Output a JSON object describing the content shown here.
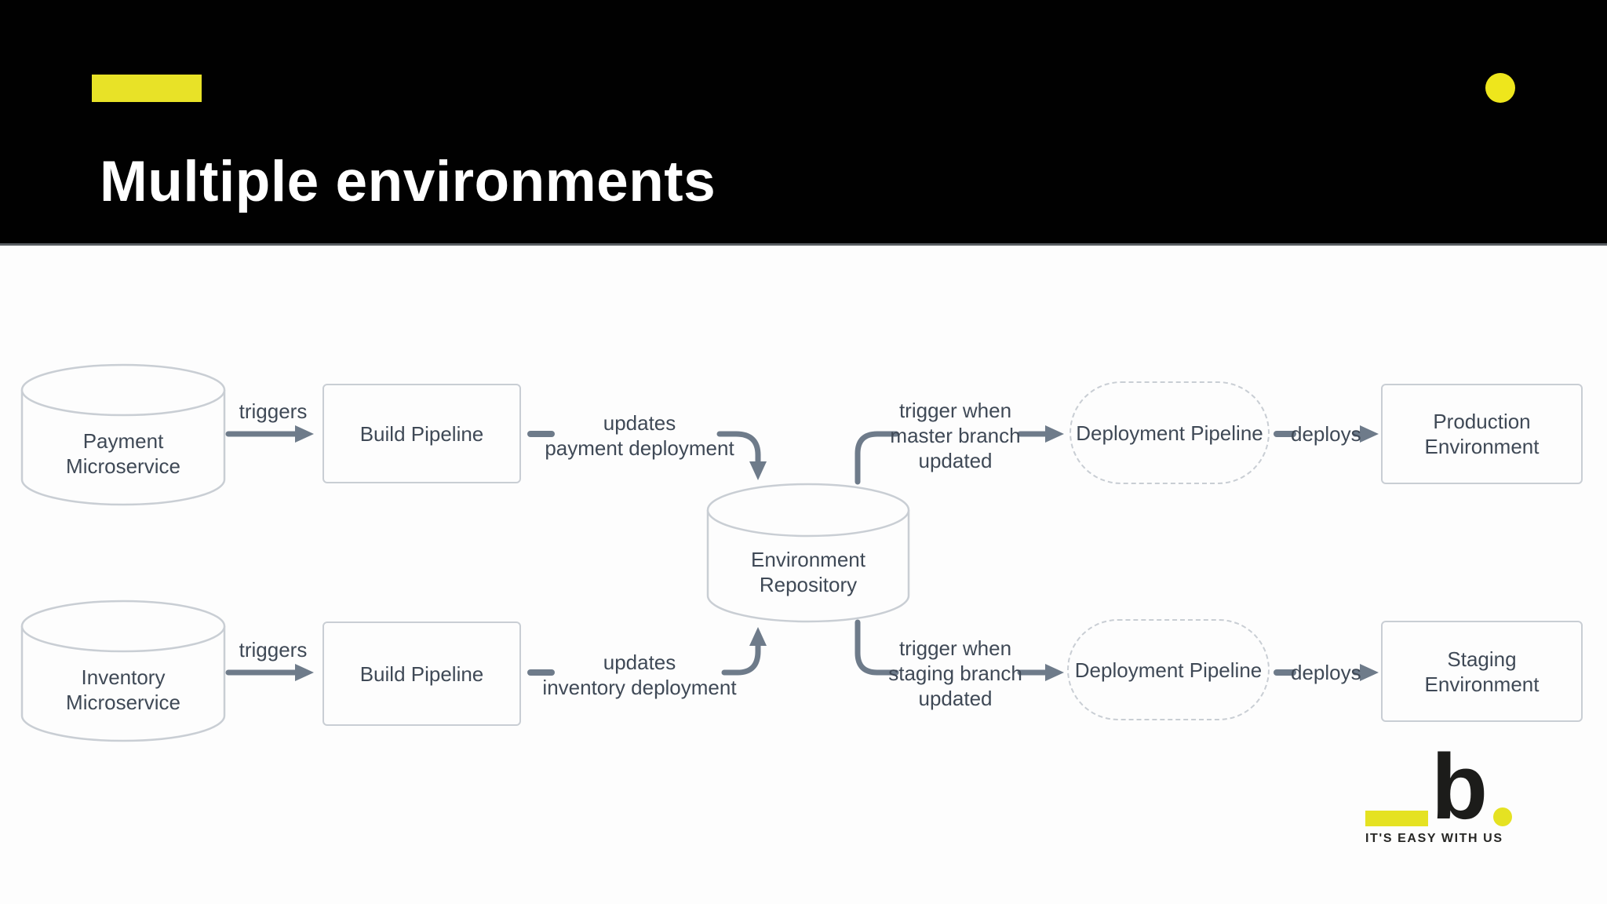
{
  "colors": {
    "accent_yellow": "#e8e227",
    "arrow_gray": "#6e7b8a",
    "box_border_gray": "#c9ced4",
    "diagram_text_gray": "#3f4956",
    "header_black": "#010101",
    "title_white": "#ffffff"
  },
  "header": {
    "title": "Multiple environments"
  },
  "diagram": {
    "payment_db": {
      "line1": "Payment",
      "line2": "Microservice"
    },
    "inventory_db": {
      "line1": "Inventory",
      "line2": "Microservice"
    },
    "env_repo": {
      "line1": "Environment",
      "line2": "Repository"
    },
    "build_pipeline_top": {
      "label": "Build Pipeline"
    },
    "build_pipeline_bottom": {
      "label": "Build Pipeline"
    },
    "deployment_pipeline_top": {
      "label": "Deployment Pipeline"
    },
    "deployment_pipeline_bottom": {
      "label": "Deployment Pipeline"
    },
    "production_env": {
      "line1": "Production",
      "line2": "Environment"
    },
    "staging_env": {
      "line1": "Staging",
      "line2": "Environment"
    },
    "labels": {
      "triggers_top": "triggers",
      "triggers_bottom": "triggers",
      "updates_payment": {
        "line1": "updates",
        "line2": "payment deployment"
      },
      "updates_inventory": {
        "line1": "updates",
        "line2": "inventory deployment"
      },
      "trigger_master": {
        "line1": "trigger when",
        "line2": "master branch",
        "line3": "updated"
      },
      "trigger_staging": {
        "line1": "trigger when",
        "line2": "staging branch",
        "line3": "updated"
      },
      "deploys_top": "deploys",
      "deploys_bottom": "deploys"
    }
  },
  "logo": {
    "letter": "b",
    "tagline": "IT'S EASY WITH US"
  }
}
